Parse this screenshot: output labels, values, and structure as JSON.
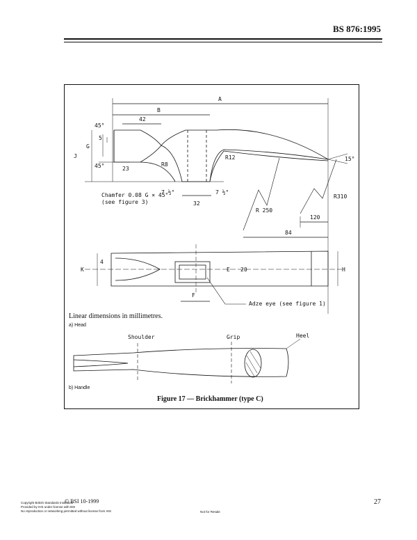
{
  "header": {
    "standard": "BS 876:1995"
  },
  "figure": {
    "note": "Linear dimensions in millimetres.",
    "sub_a": "a) Head",
    "sub_b": "b) Handle",
    "caption": "Figure 17 — Brickhammer (type C)",
    "head_labels": {
      "A": "A",
      "B": "B",
      "d42": "42",
      "a45_top": "45°",
      "G": "G",
      "d5": "5",
      "J": "J",
      "a45_bot": "45°",
      "d23": "23",
      "R8": "R8",
      "R12": "R12",
      "a15": "15°",
      "a7half_l": "7 ½°",
      "a7half_r": "7 ½°",
      "d32": "32",
      "R250": "R 250",
      "R310": "R310",
      "chamfer": "Chamfer 0.08 G × 45°",
      "see3": "(see figure 3)",
      "d120": "120",
      "d84": "84",
      "K": "K",
      "d4": "4",
      "E": "E",
      "d20": "20",
      "H": "H",
      "F": "F",
      "adze": "Adze eye (see figure 1)"
    },
    "handle_labels": {
      "shoulder": "Shoulder",
      "grip": "Grip",
      "heel": "Heel"
    }
  },
  "footer": {
    "bsi": "© BSI 10-1999",
    "lines": [
      "Copyright British Standards Institution",
      "Provided by IHS under license with BSI",
      "No reproduction or networking permitted without license from IHS"
    ],
    "resale": "Not for Resale",
    "page_number": "27"
  }
}
